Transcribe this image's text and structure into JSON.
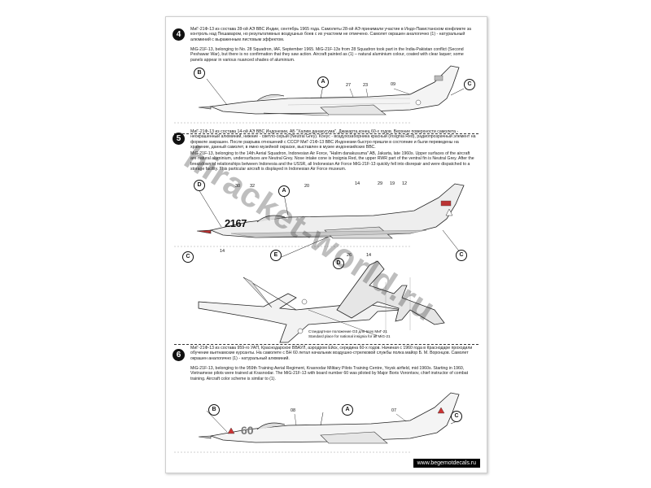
{
  "sections": [
    {
      "number": "4",
      "text_ru": "МиГ-21Ф-13 из состава 28-ой АЭ ВВС Индии, сентябрь 1965 года. Самолеты 28-ой АЭ принимали участие в Индо-Пакистанском конфликте за контроль над Пешаваром, но результативных воздушных боев с их участием не отмечено. Самолет окрашен аналогично (1) - натуральный алюминий с выраженным листовым эффектом.",
      "text_en": "MiG-21F-13, belonging to No. 28 Squadron, IAF, September 1965. MiG-21F-13s from 28 Squadron took part in the India-Pakistan conflict (Second Peshawar War), but there is no confirmation that they saw action. Aircraft painted as (1) – natural aluminium colour, coated with clear laquer; some panels appear in various nuanced shades of aluminium.",
      "callouts": [
        "B",
        "A",
        "C"
      ],
      "labels": [
        "27",
        "23",
        "09"
      ]
    },
    {
      "number": "5",
      "text_ru": "МиГ-21Ф-13 из состава 14-ой АЭ ВВС Индонезии, АБ \"Халим данакусума\", Джакарта,конец 60-х годов. Верхние поверхности самолета - неокрашенный алюминий, нижние - светло-серый (Neutral Grey). Конус - воздухозаборника красный (Insignia Red), радиопрозрачный элемент на форкиле закрашен. После разрыва отношений с СССР МиГ-21Ф-13 ВВС Индонезии быстро пришли в состояние и были переведены на хранение, данный самолет, в ямно музейной окраске, выставлен в музее индонезийских ВВС.",
      "text_en": "MiG-21F-13, belonging to the 14th Aerial Squadron, Indonesian Air Force, \"Halim danakusuma\" AB, Jakarta, late 1960s. Upper surfaces of the aircraft are natural aluminium, undersurfaces are Neutral Grey. Nose intake cone is Insignia Red, the upper RWR part of the ventral fin is Neutral Grey. After the breakdown of relationships between Indonesia and the USSR, all Indonesian Air Force MiG-21F-13 quickly fell into disrepair and were dispatched to a storage facility. This particular aircraft is displayed in Indonesian Air Force museum.",
      "callouts": [
        "D",
        "A",
        "E",
        "C",
        "D",
        "C"
      ],
      "labels": [
        "30",
        "32",
        "20",
        "14",
        "29",
        "19",
        "12",
        "14",
        "26",
        "14"
      ],
      "serial": "2167",
      "std_ru": "Стандартное положение ОЗ для всех МиГ-21",
      "std_en": "Standard place for national insignia for all MiG-21"
    },
    {
      "number": "6",
      "text_ru": "МиГ-21Ф-13 из состава 959-го УАП, Краснодарское ВВАУЛ, аэродром Ейск, середина 60-х годов. Начиная с 1960 года в Краснодаре проходили обучение вьетнамские курсанты. На самолете с БН 60 летал начальник воздушно-стрелковой службы полка майор Б. М. Воронцов. Самолет окрашен аналогично (1) - натуральный алюминий.",
      "text_en": "MiG-21F-13, belonging to the 959th Training Aerial Regiment, Krasnodar Military Pilots Training Centre, Yeysk airfield, mid 1960s. Starting in 1960, Vietnamese pilots were trained at Krasnodar. The MiG-21F-13 with board number 60 was piloted by Major Boris Vorontsov, chief instructor of combat training. Aircraft color scheme is similar to (1).",
      "callouts": [
        "B",
        "A",
        "C"
      ],
      "labels": [
        "08",
        "07"
      ],
      "serial": "60"
    }
  ],
  "watermark": "hiracket-world.ru",
  "footer": "www.begemotdecals.ru"
}
